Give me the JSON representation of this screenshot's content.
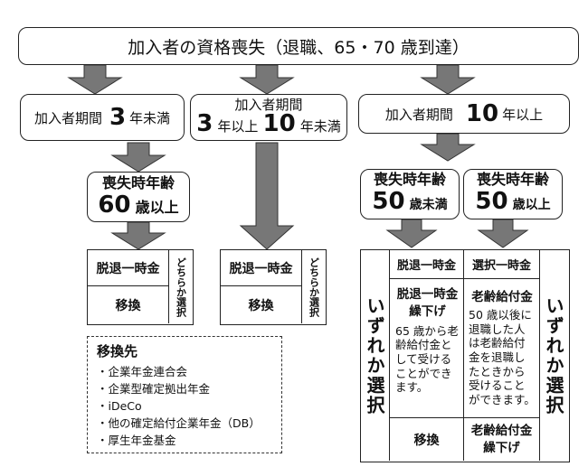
{
  "top": {
    "title": "加入者の資格喪失（退職、65・70 歳到達）"
  },
  "period": {
    "a": {
      "label": "加入者期間",
      "num": "3",
      "unit": "年未満"
    },
    "b": {
      "line1": "加入者期間",
      "num1": "3",
      "mid": "年以上",
      "num2": "10",
      "unit": "年未満"
    },
    "c": {
      "label": "加入者期間",
      "num": "10",
      "unit": "年以上"
    }
  },
  "age": {
    "a": {
      "label": "喪失時年齢",
      "num": "60",
      "unit": "歳以上"
    },
    "c1": {
      "label": "喪失時年齢",
      "num": "50",
      "unit": "歳未満"
    },
    "c2": {
      "label": "喪失時年齢",
      "num": "50",
      "unit": "歳以上"
    }
  },
  "opt_a": {
    "lump": "脱退一時金",
    "transfer": "移換",
    "choose": "どちらか選択"
  },
  "opt_b": {
    "lump": "脱退一時金",
    "transfer": "移換",
    "choose": "どちらか選択"
  },
  "opt_c": {
    "select": "いずれか選択",
    "lump": "脱退一時金",
    "lump_select": "選択一時金",
    "deferred_title": "脱退一時金繰下げ",
    "deferred_desc": "65 歳から老齢給付金として受けることができます。",
    "pension_title": "老齢給付金",
    "pension_desc": "50 歳以後に退職した人は老齢給付金を退職したときから受けることができます。",
    "transfer": "移換",
    "pension_deferred": "老齢給付金繰下げ"
  },
  "destinations": {
    "title": "移換先",
    "items": [
      "・企業年金連合会",
      "・企業型確定拠出年金",
      "・iDeCo",
      "・他の確定給付企業年金（DB）",
      "・厚生年金基金"
    ]
  }
}
